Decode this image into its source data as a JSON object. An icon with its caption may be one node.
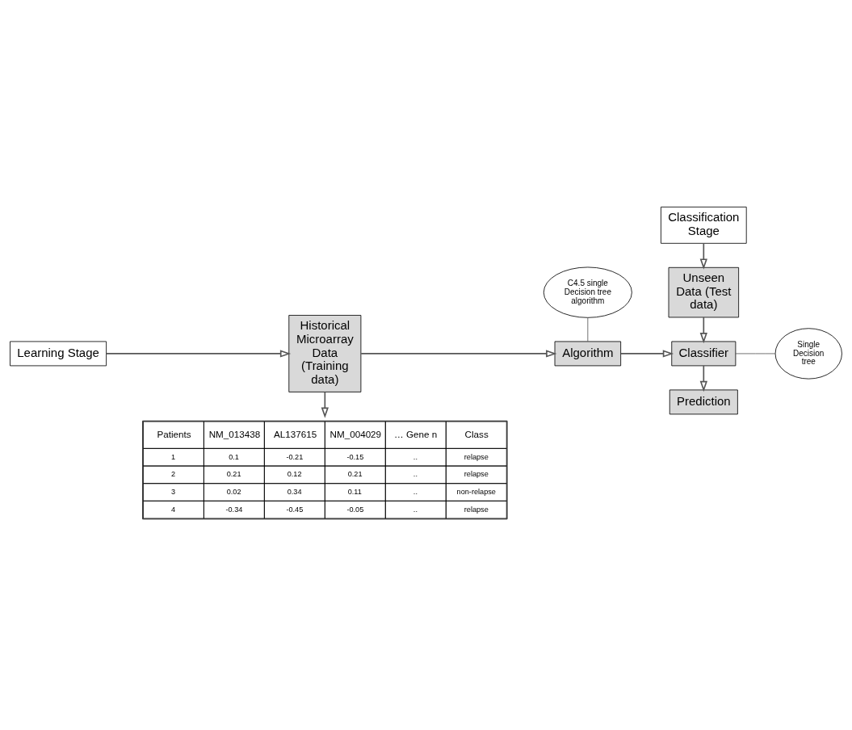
{
  "diagram": {
    "nodes": [
      {
        "text": [
          "Classification Stage"
        ]
      },
      {
        "text": [
          "Learning Stage"
        ]
      },
      {
        "text": [
          "Historical Microarray Data (Training data)"
        ]
      },
      {
        "text": [
          "C4.5 single Decision tree algorithm"
        ]
      },
      {
        "text": [
          "Unseen Data (Test data)"
        ]
      },
      {
        "text": [
          "Algorithm"
        ]
      },
      {
        "text": [
          "Classifier"
        ]
      },
      {
        "text": [
          "Single Decision tree"
        ]
      },
      {
        "text": [
          "Prediction"
        ]
      },
      {
        "text": [
          "Patients",
          "NM_013438",
          "AL137615",
          "NM_004029",
          "… Gene n",
          "Class",
          "1",
          "0.1",
          "-0.21",
          "-0.15",
          "..",
          "relapse",
          "2",
          "0.21",
          "0.12",
          "0.21",
          "..",
          "relapse",
          "3",
          "0.02",
          "0.34",
          "0.11",
          "..",
          "non-relapse",
          "4",
          "-0.34",
          "-0.45",
          "-0.05",
          "..",
          "relapse"
        ]
      }
    ],
    "edges": [
      {
        "from": 0,
        "to": 4,
        "arrow": "to"
      },
      {
        "from": 1,
        "to": 2,
        "arrow": "to"
      },
      {
        "from": 2,
        "to": 5,
        "arrow": "to"
      },
      {
        "from": 3,
        "to": 5,
        "arrow": "none"
      },
      {
        "from": 5,
        "to": 6,
        "arrow": "to"
      },
      {
        "from": 4,
        "to": 6,
        "arrow": "to"
      },
      {
        "from": 6,
        "to": 7,
        "arrow": "none"
      },
      {
        "from": 6,
        "to": 8,
        "arrow": "to"
      },
      {
        "from": 2,
        "to": 9,
        "arrow": "to"
      }
    ]
  }
}
